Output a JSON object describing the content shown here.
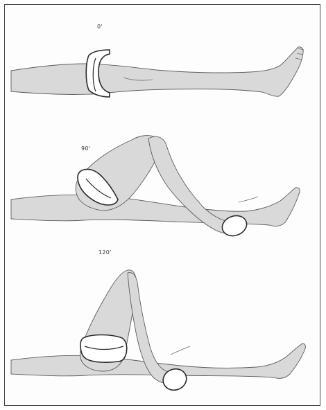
{
  "figure": {
    "stages": [
      {
        "label": "0'"
      },
      {
        "label": "90'"
      },
      {
        "label": "120'"
      }
    ]
  }
}
